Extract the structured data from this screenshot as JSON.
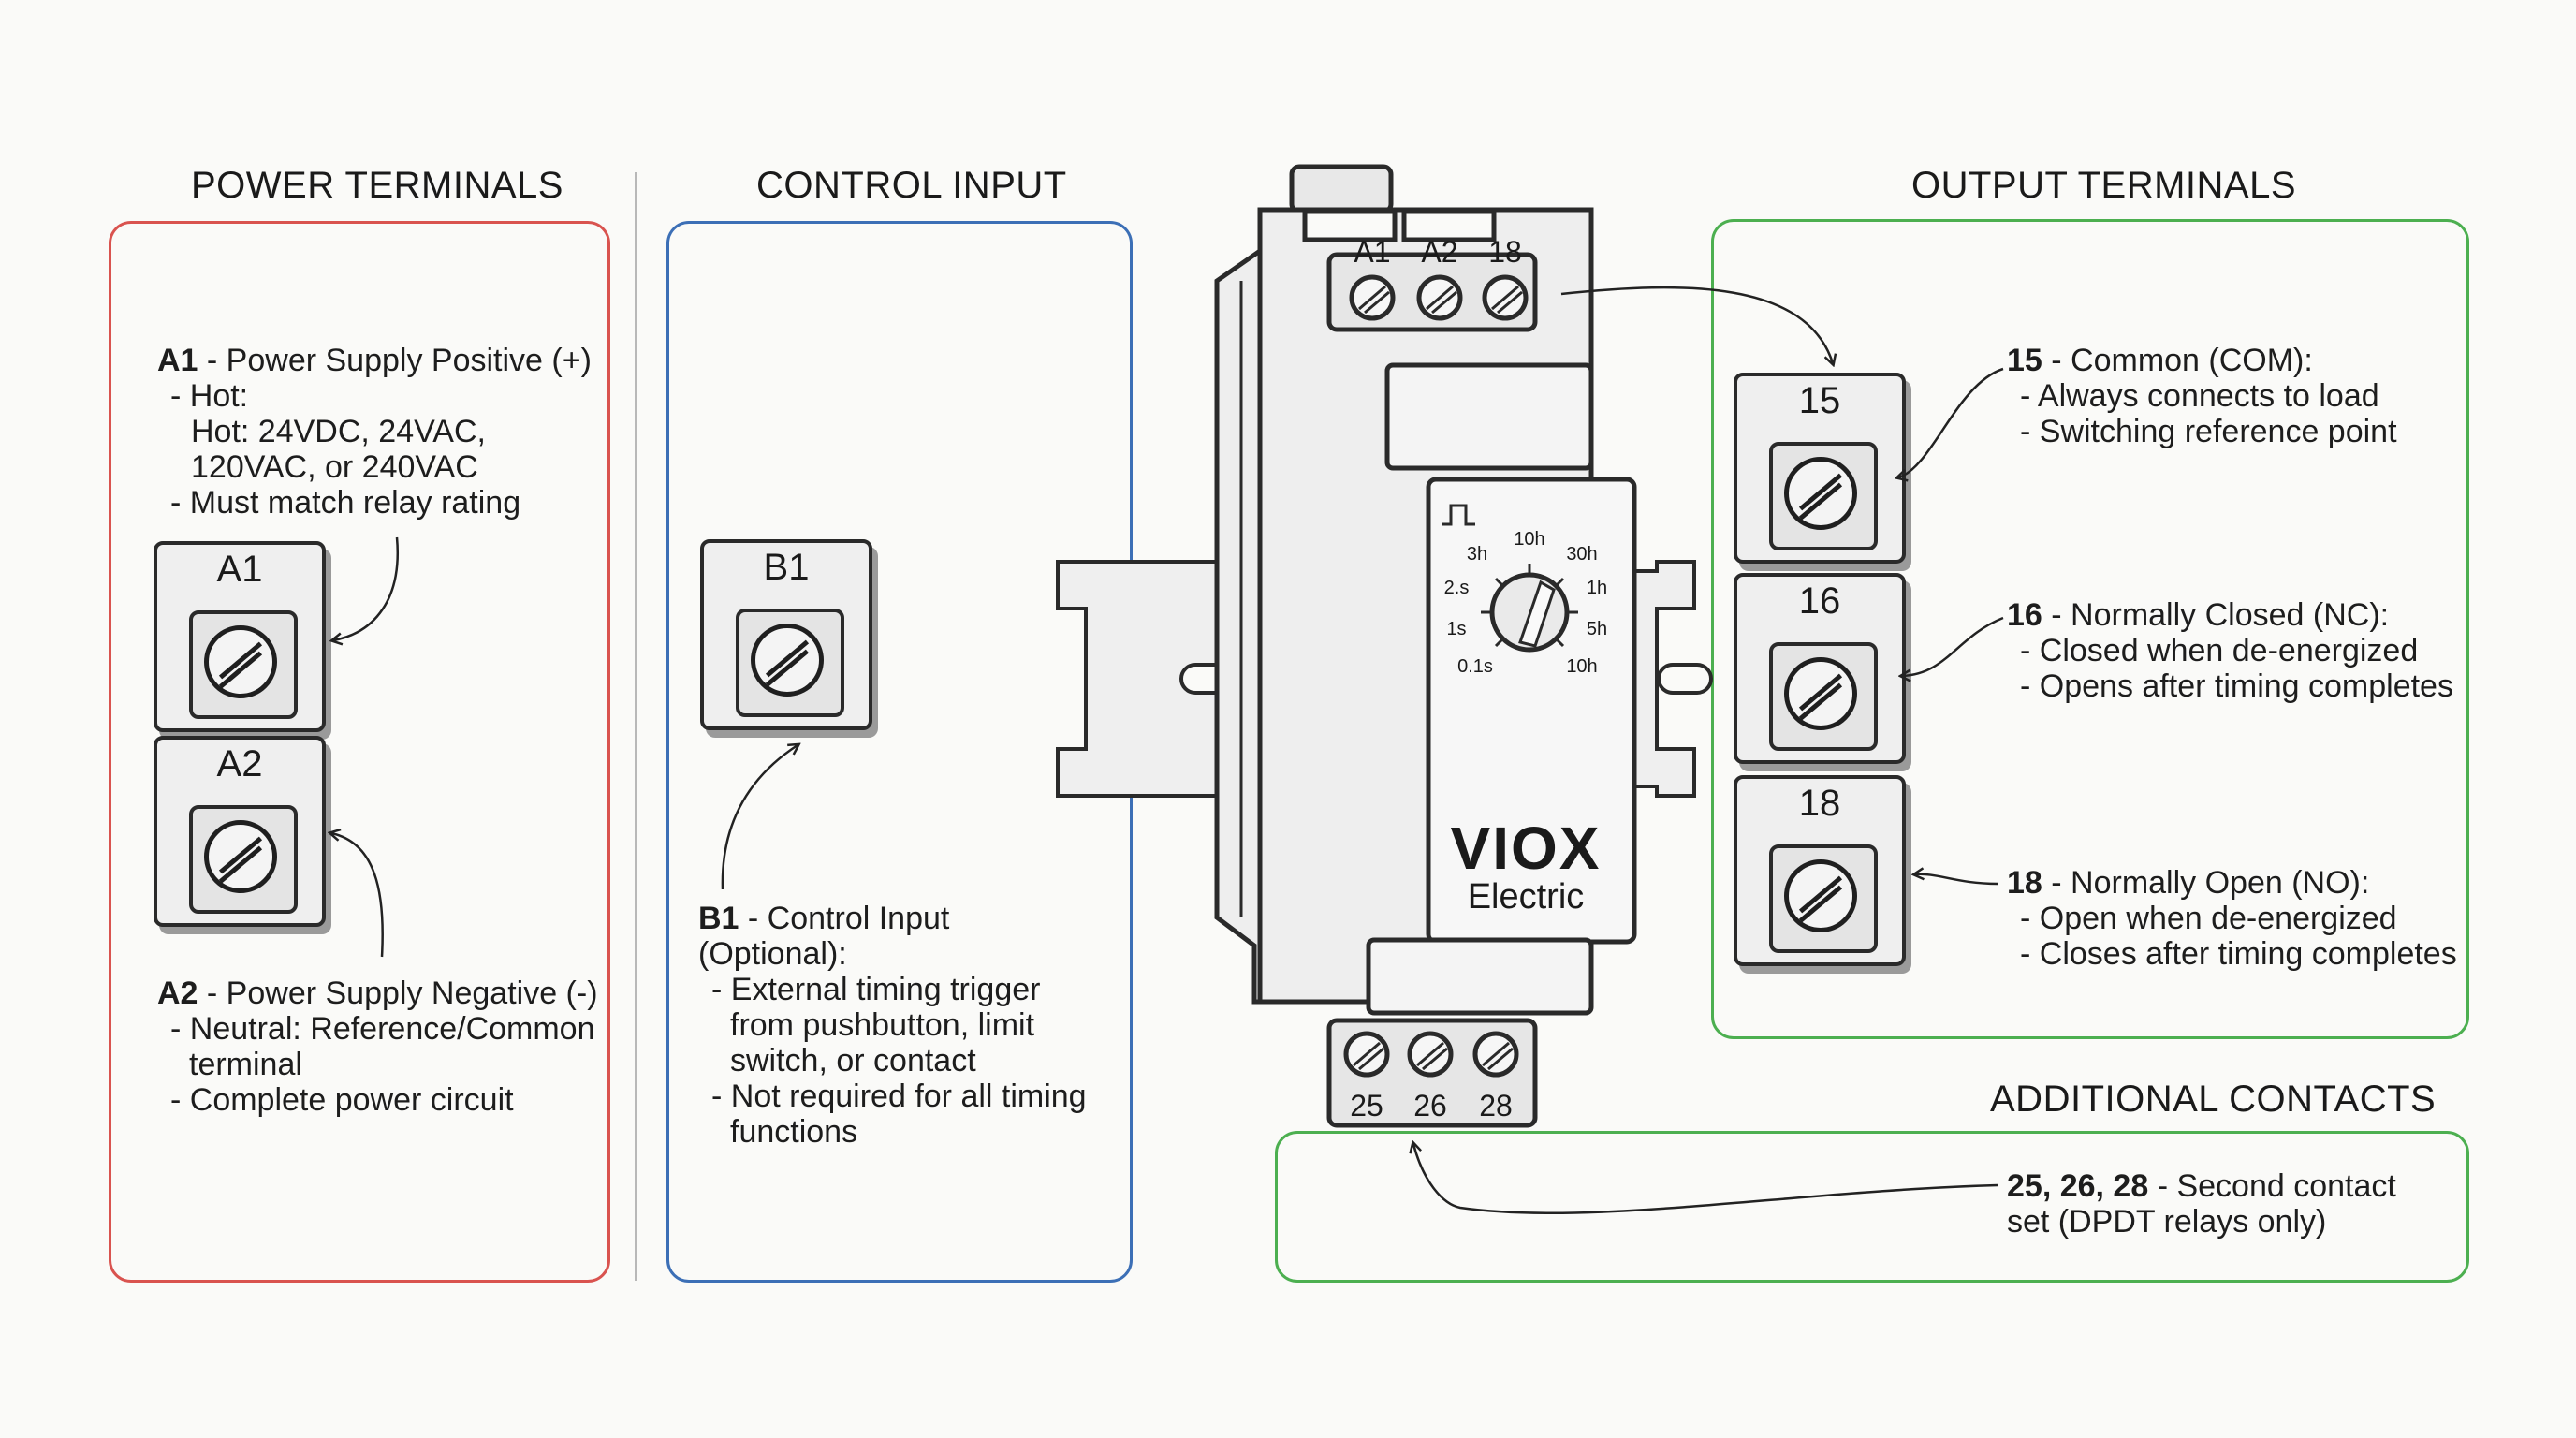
{
  "sections": {
    "power": "POWER TERMINALS",
    "control": "CONTROL INPUT",
    "output": "OUTPUT TERMINALS",
    "additional": "ADDITIONAL CONTACTS"
  },
  "colors": {
    "power": "#d9534f",
    "control": "#3c6fb6",
    "output": "#4caf50",
    "additional": "#4caf50"
  },
  "power": {
    "a1_code": "A1",
    "a1_title": " - Power Supply Positive (+)",
    "a1_lines": [
      "- Hot:",
      "Hot: 24VDC, 24VAC,",
      "120VAC, or 240VAC",
      "- Must match relay rating"
    ],
    "a2_code": "A2",
    "a2_title": " - Power Supply Negative (-)",
    "a2_lines": [
      "- Neutral: Reference/Common",
      "terminal",
      "- Complete power circuit"
    ],
    "terminal_a1": "A1",
    "terminal_a2": "A2"
  },
  "control": {
    "b1_code": "B1",
    "b1_title": " - Control Input",
    "b1_lines": [
      "(Optional):",
      "- External timing trigger",
      "from pushbutton, limit",
      "switch, or contact",
      "- Not required for all timing",
      "functions"
    ],
    "terminal_b1": "B1"
  },
  "relay": {
    "top_terminals": [
      "A1",
      "A2",
      "18"
    ],
    "bottom_terminals": [
      "25",
      "26",
      "28"
    ],
    "dial_labels": [
      "3h",
      "10h",
      "30h",
      "2.s",
      "1h",
      "1s",
      "5h",
      "0.1s",
      "10h"
    ],
    "brand": "VIOX",
    "brand_sub": "Electric"
  },
  "output": {
    "terminal_15": "15",
    "terminal_16": "16",
    "terminal_18": "18",
    "t15_code": "15",
    "t15_title": " - Common (COM):",
    "t15_lines": [
      "- Always connects to load",
      "- Switching reference point"
    ],
    "t16_code": "16",
    "t16_title": " - Normally Closed (NC):",
    "t16_lines": [
      "- Closed when de-energized",
      "- Opens after timing completes"
    ],
    "t18_code": "18",
    "t18_title": " - Normally Open (NO):",
    "t18_lines": [
      "- Open when de-energized",
      "- Closes after timing completes"
    ]
  },
  "additional": {
    "code": "25, 26, 28",
    "title": " - Second contact",
    "lines": [
      "set (DPDT relays only)"
    ]
  }
}
